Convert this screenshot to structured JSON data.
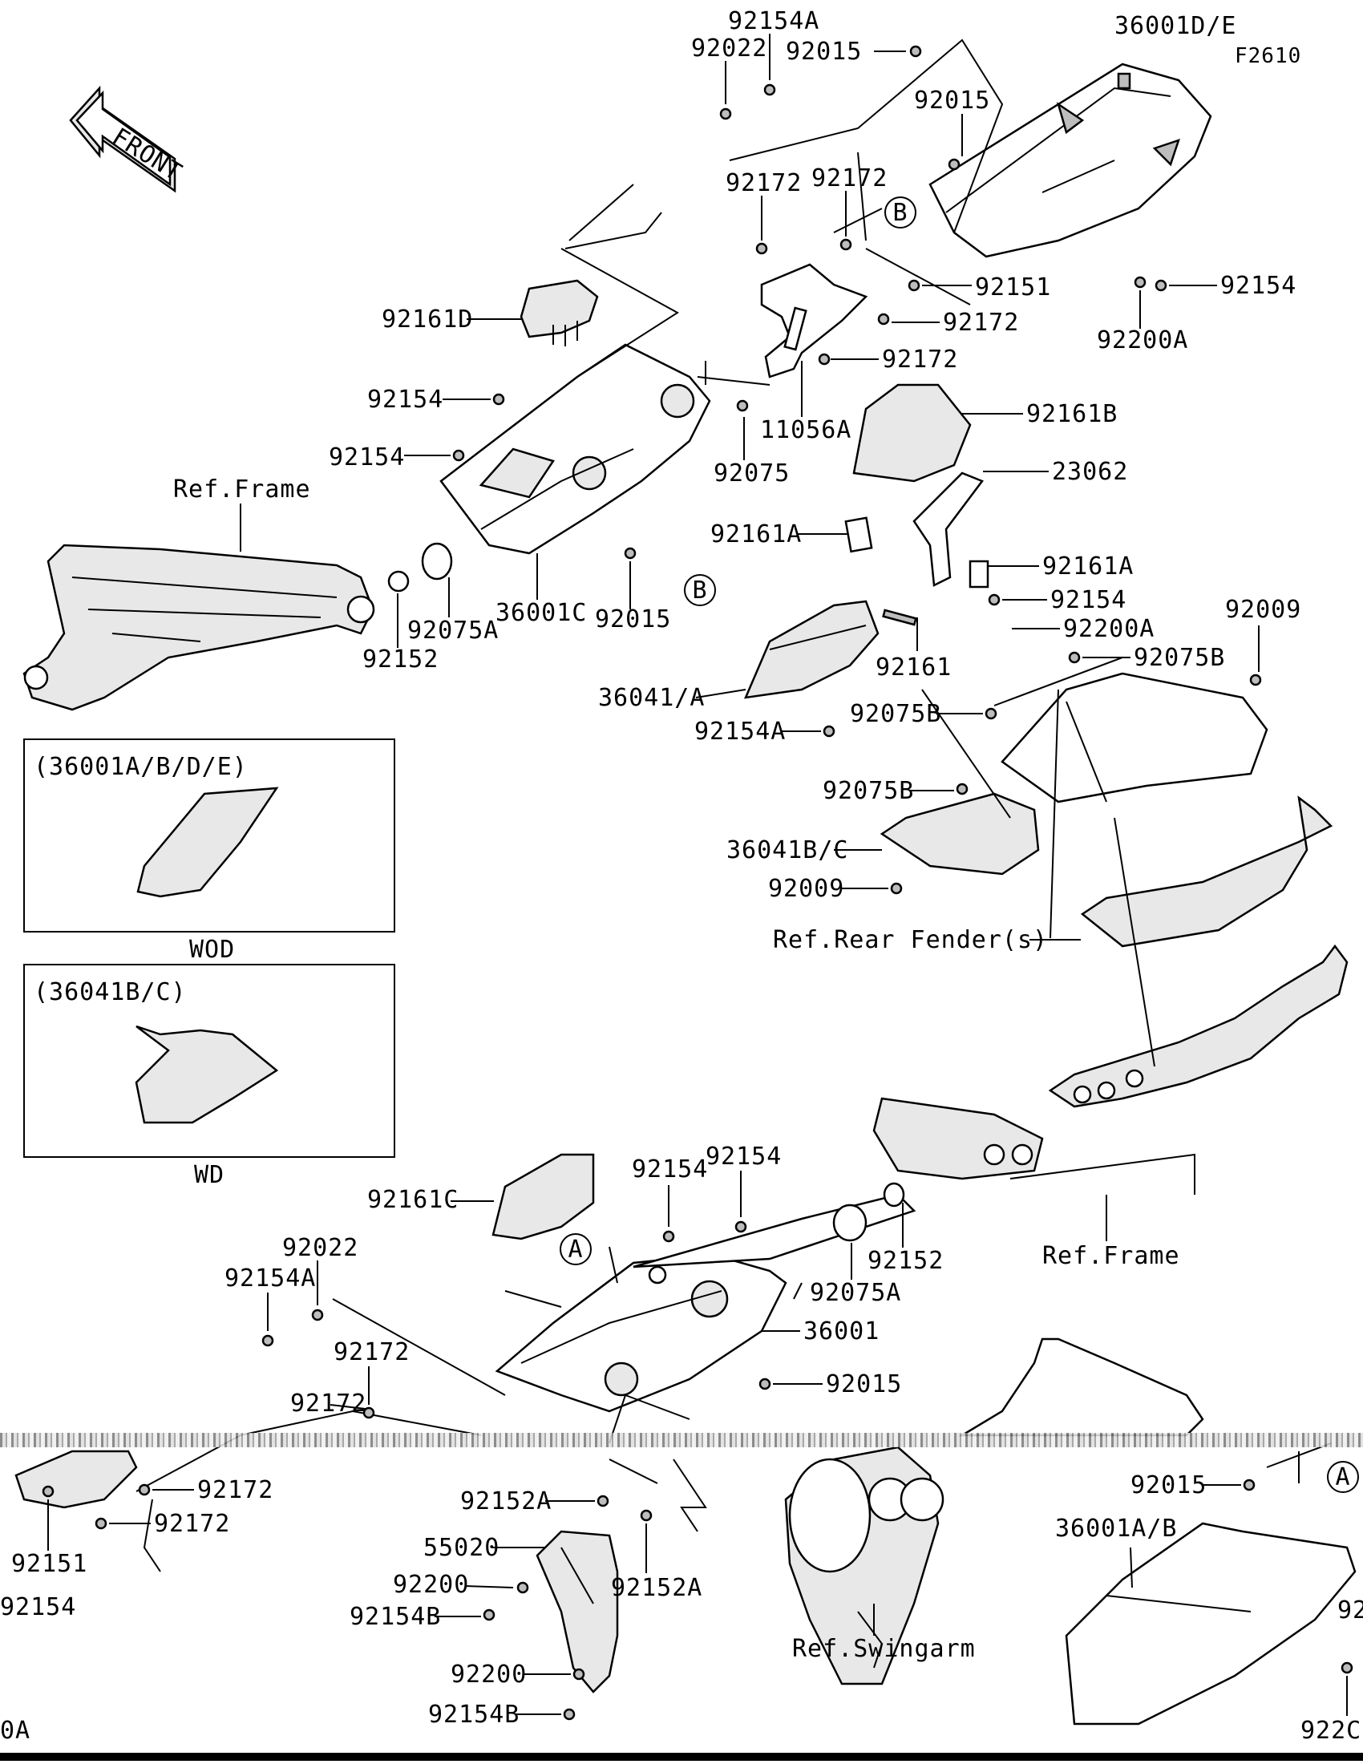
{
  "diagram": {
    "figure_code": "F2610",
    "front_label": "FRONT",
    "parts": [
      {
        "id": "p1",
        "label": "92154A"
      },
      {
        "id": "p2",
        "label": "92022"
      },
      {
        "id": "p3",
        "label": "92015"
      },
      {
        "id": "p4",
        "label": "36001D/E"
      },
      {
        "id": "p5",
        "label": "92015"
      },
      {
        "id": "p6",
        "label": "92172"
      },
      {
        "id": "p7",
        "label": "92172"
      },
      {
        "id": "p8",
        "label": "92151"
      },
      {
        "id": "p9",
        "label": "92154"
      },
      {
        "id": "p10",
        "label": "92161D"
      },
      {
        "id": "p11",
        "label": "92172"
      },
      {
        "id": "p12",
        "label": "92200A"
      },
      {
        "id": "p13",
        "label": "92172"
      },
      {
        "id": "p14",
        "label": "92154"
      },
      {
        "id": "p15",
        "label": "11056A"
      },
      {
        "id": "p16",
        "label": "92161B"
      },
      {
        "id": "p17",
        "label": "92154"
      },
      {
        "id": "p18",
        "label": "92075"
      },
      {
        "id": "p19",
        "label": "23062"
      },
      {
        "id": "p20",
        "label": "Ref.Frame"
      },
      {
        "id": "p21",
        "label": "92161A"
      },
      {
        "id": "p22",
        "label": "92161A"
      },
      {
        "id": "p23",
        "label": "92154"
      },
      {
        "id": "p24",
        "label": "92200A"
      },
      {
        "id": "p25",
        "label": "92009"
      },
      {
        "id": "p26",
        "label": "92075A"
      },
      {
        "id": "p27",
        "label": "36001C"
      },
      {
        "id": "p28",
        "label": "92015"
      },
      {
        "id": "p29",
        "label": "92152"
      },
      {
        "id": "p30",
        "label": "92075B"
      },
      {
        "id": "p31",
        "label": "92161"
      },
      {
        "id": "p32",
        "label": "36041/A"
      },
      {
        "id": "p33",
        "label": "92075B"
      },
      {
        "id": "p34",
        "label": "92154A"
      },
      {
        "id": "p35",
        "label": "92075B"
      },
      {
        "id": "p36",
        "label": "36041B/C"
      },
      {
        "id": "p37",
        "label": "92009"
      },
      {
        "id": "p38",
        "label": "Ref.Rear Fender(s)"
      },
      {
        "id": "p39",
        "label": "92154"
      },
      {
        "id": "p40",
        "label": "92154"
      },
      {
        "id": "p41",
        "label": "92161C"
      },
      {
        "id": "p42",
        "label": "92022"
      },
      {
        "id": "p43",
        "label": "92154A"
      },
      {
        "id": "p44",
        "label": "92152"
      },
      {
        "id": "p45",
        "label": "92075A"
      },
      {
        "id": "p46",
        "label": "Ref.Frame"
      },
      {
        "id": "p47",
        "label": "36001"
      },
      {
        "id": "p48",
        "label": "92172"
      },
      {
        "id": "p49",
        "label": "92172"
      },
      {
        "id": "p50",
        "label": "92015"
      },
      {
        "id": "p51",
        "label": "92172"
      },
      {
        "id": "p52",
        "label": "92172"
      },
      {
        "id": "p53",
        "label": "92015"
      },
      {
        "id": "p54",
        "label": "92152A"
      },
      {
        "id": "p55",
        "label": "36001A/B"
      },
      {
        "id": "p56",
        "label": "92151"
      },
      {
        "id": "p57",
        "label": "55020"
      },
      {
        "id": "p58",
        "label": "92200"
      },
      {
        "id": "p59",
        "label": "92152A"
      },
      {
        "id": "p60",
        "label": "92154"
      },
      {
        "id": "p61",
        "label": "92154B"
      },
      {
        "id": "p62",
        "label": "Ref.Swingarm"
      },
      {
        "id": "p63",
        "label": "92200"
      },
      {
        "id": "p64",
        "label": "0A"
      },
      {
        "id": "p65",
        "label": "92154B"
      },
      {
        "id": "p66",
        "label": "922C"
      },
      {
        "id": "p67",
        "label": "92"
      }
    ],
    "callouts": [
      {
        "id": "c1",
        "letter": "B"
      },
      {
        "id": "c2",
        "letter": "B"
      },
      {
        "id": "c3",
        "letter": "A"
      },
      {
        "id": "c4",
        "letter": "A"
      }
    ],
    "insets": [
      {
        "header": "(36001A/B/D/E)",
        "caption": "WOD"
      },
      {
        "header": "(36041B/C)",
        "caption": "WD"
      }
    ]
  }
}
